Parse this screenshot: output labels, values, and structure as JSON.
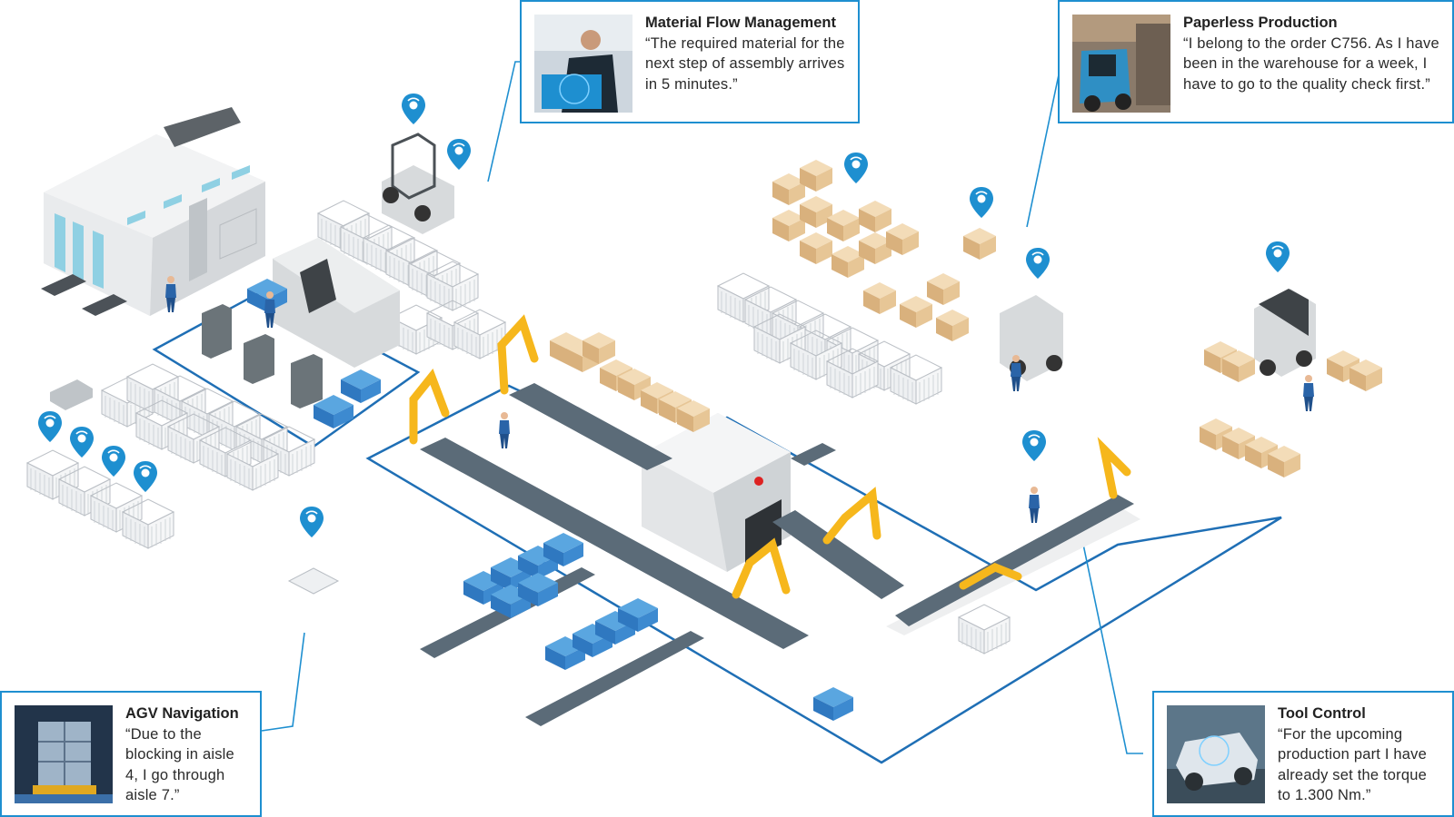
{
  "colors": {
    "accent": "#1e8fd0",
    "floor_line": "#1f6fb5",
    "robot": "#f6b71c",
    "conveyor": "#5b6b78",
    "crate": "#3a86c8",
    "box": "#e9c79b"
  },
  "callouts": {
    "material_flow": {
      "title": "Material Flow Management",
      "quote": "“The required material for the next step of assembly arrives in 5 minutes.”",
      "photo": "worker-with-blue-crate"
    },
    "paperless": {
      "title": "Paperless Production",
      "quote": "“I belong to the order C756. As I have been in the warehouse for a week, I have to go to the quality check first.”",
      "photo": "forklift-in-warehouse"
    },
    "agv": {
      "title": "AGV Navigation",
      "quote": "“Due to the blocking in aisle 4, I go through aisle 7.”",
      "photo": "agv-robot-cart"
    },
    "tool": {
      "title": "Tool Control",
      "quote": "“For the upcoming production part I have already set the torque to 1.300 Nm.”",
      "photo": "car-body-assembly-line"
    }
  },
  "icons": [
    "location-pin-icon",
    "wireless-signal-icon",
    "forklift-icon",
    "robot-arm-icon",
    "worker-icon"
  ]
}
